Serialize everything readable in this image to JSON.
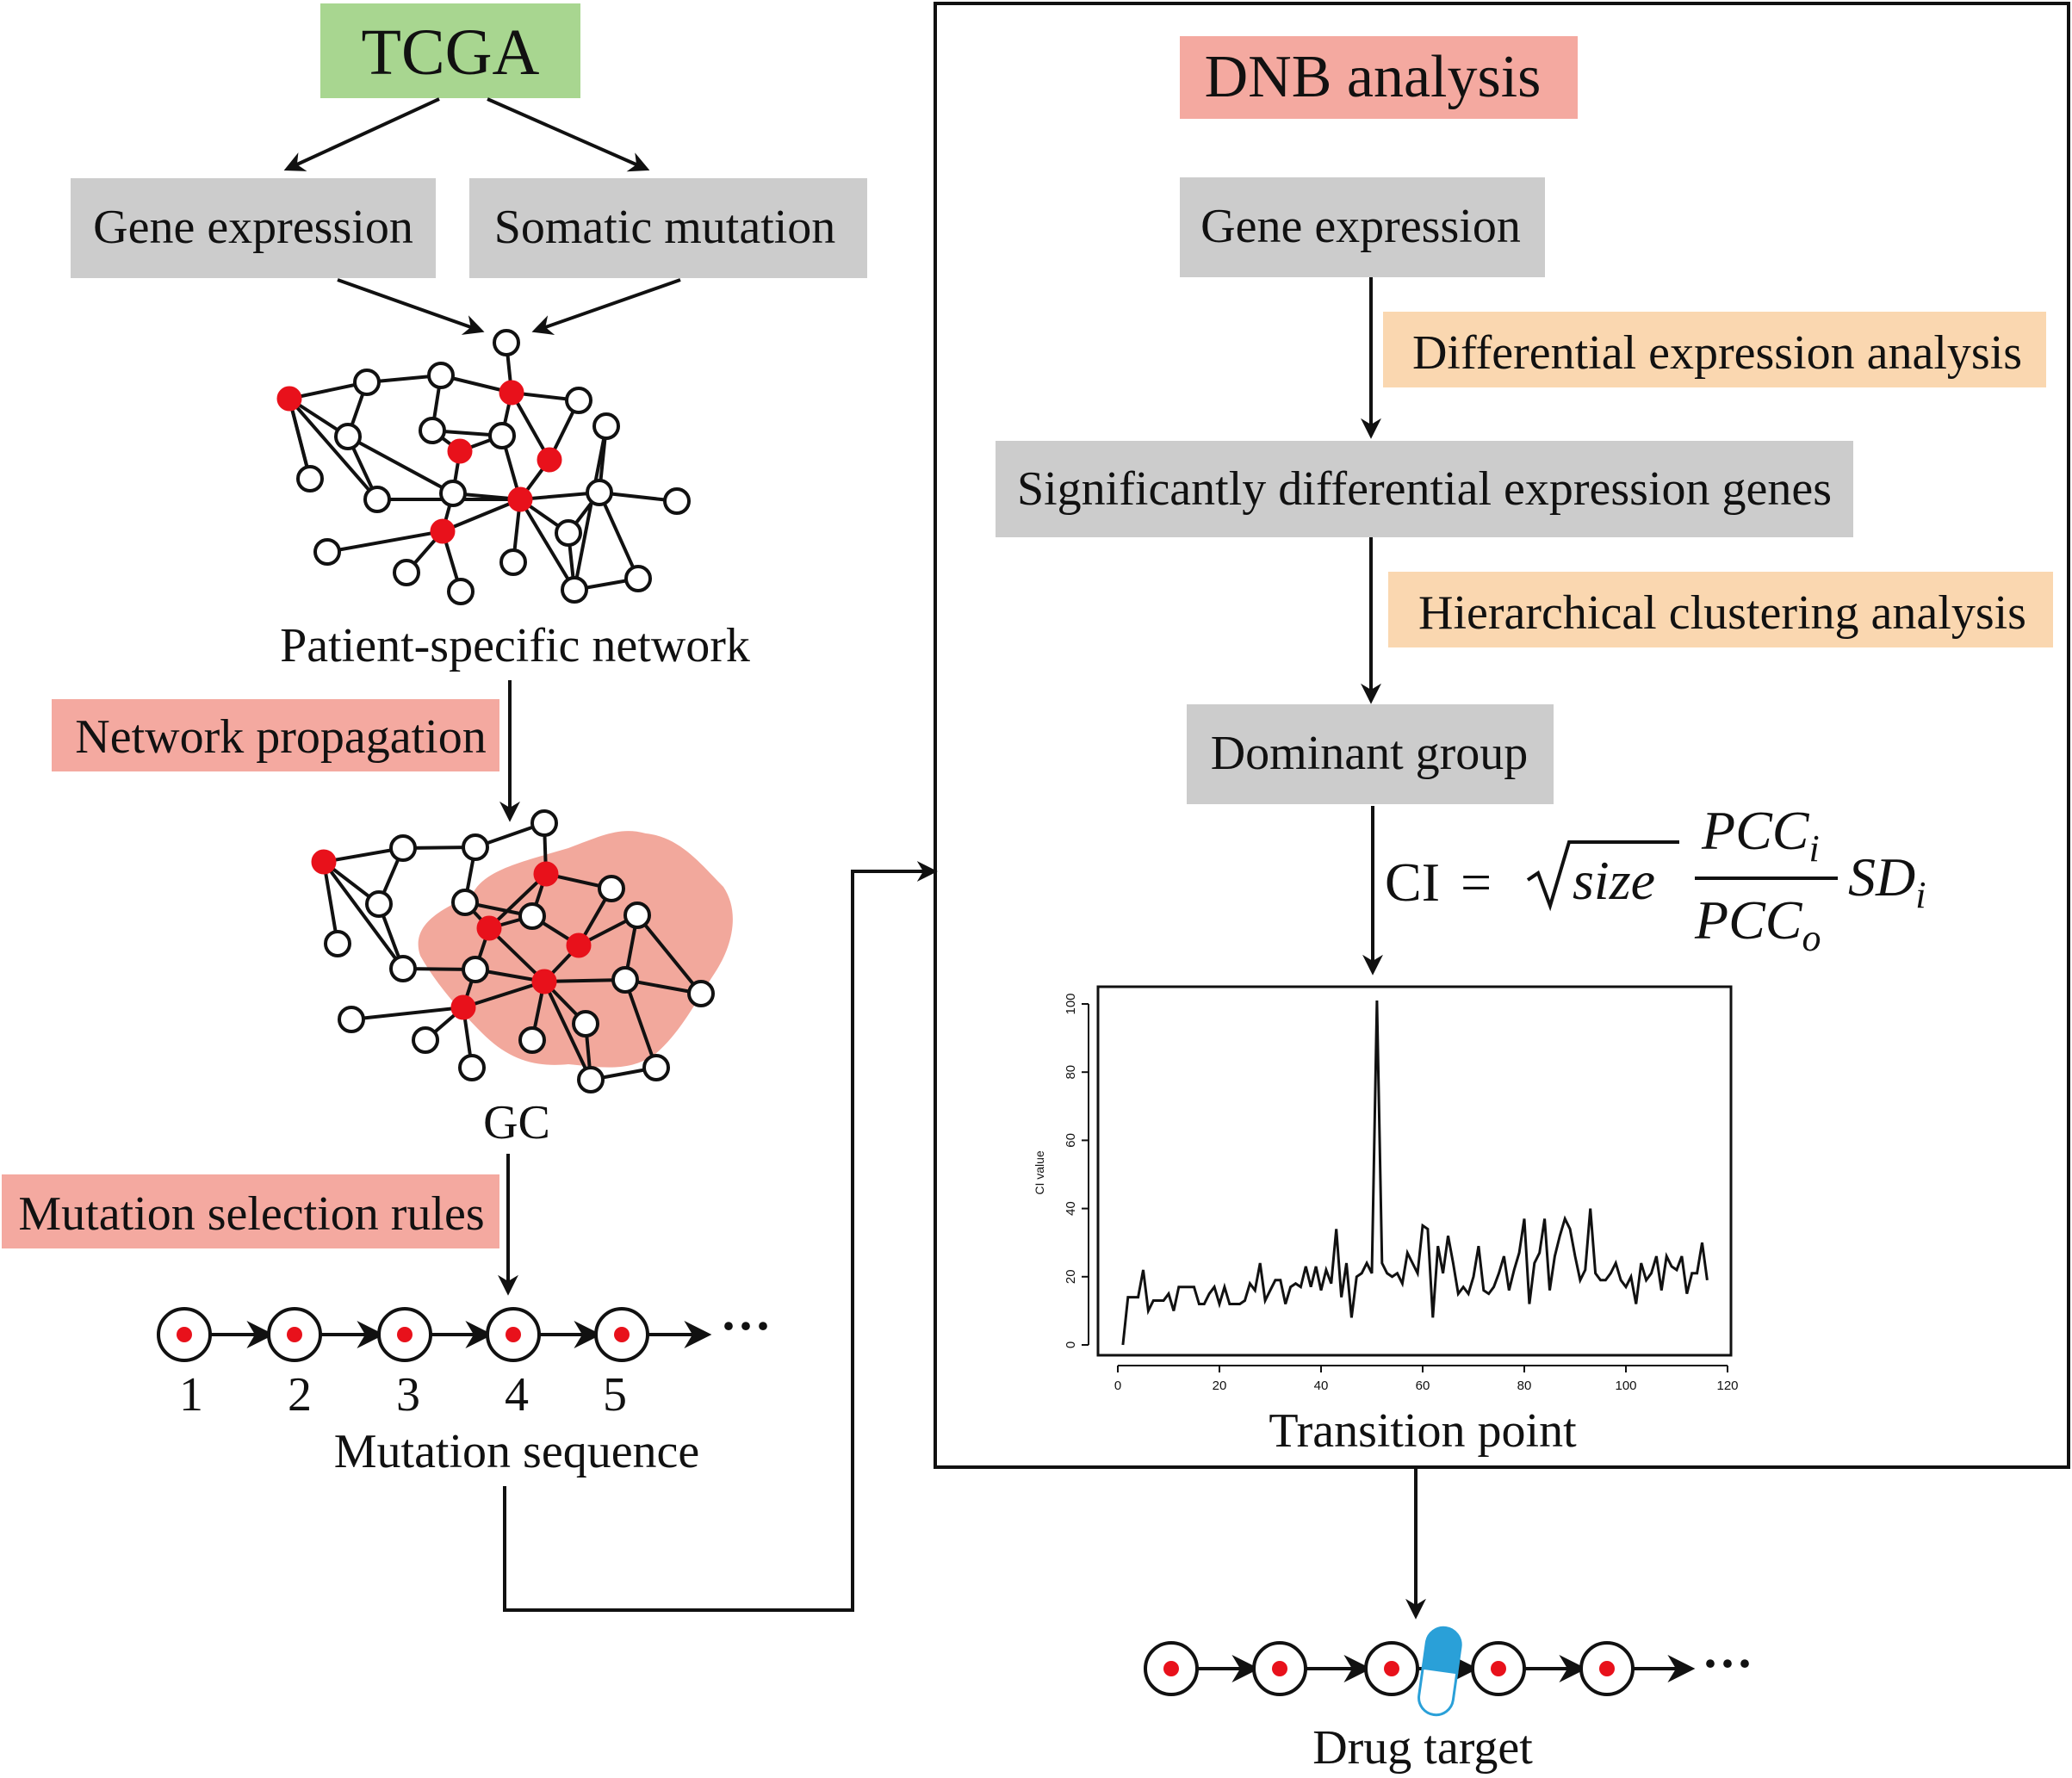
{
  "colors": {
    "green_box": "#a8d690",
    "gray_box": "#cccccc",
    "salmon_box": "#f4a9a0",
    "peach_box": "#fad7b0",
    "blob": "#f2a89c",
    "red_node": "#e8111b",
    "capsule_blue": "#2aa0d8"
  },
  "left": {
    "source": "TCGA",
    "gene_expression": "Gene expression",
    "somatic_mutation": "Somatic mutation",
    "network_caption": "Patient-specific network",
    "step_network_propagation": "Network propagation",
    "gc_caption": "GC",
    "step_mutation_rules": "Mutation selection rules",
    "sequence_numbers": [
      "1",
      "2",
      "3",
      "4",
      "5"
    ],
    "sequence_ellipsis": "···",
    "sequence_caption": "Mutation sequence"
  },
  "right": {
    "title": "DNB analysis",
    "gene_expression": "Gene expression",
    "step_differential": "Differential expression analysis",
    "significant_genes": "Significantly differential expression genes",
    "step_clustering": "Hierarchical clustering analysis",
    "dominant_group": "Dominant group",
    "formula": {
      "lhs": "CI",
      "eq": "=",
      "radicand": "size",
      "num_base": "PCC",
      "num_sub": "i",
      "den_base": "PCC",
      "den_sub": "o",
      "sd_base": "SD",
      "sd_sub": "i"
    },
    "chart_caption": "Transition point"
  },
  "bottom": {
    "ellipsis": "···",
    "caption": "Drug target"
  },
  "chart_data": {
    "type": "line",
    "xlabel": "",
    "ylabel": "CI value",
    "xlim": [
      0,
      120
    ],
    "ylim": [
      0,
      100
    ],
    "xticks": [
      0,
      20,
      40,
      60,
      80,
      100,
      120
    ],
    "yticks": [
      0,
      20,
      40,
      60,
      80,
      100
    ],
    "grid": false,
    "legend": "none",
    "x": [
      1,
      2,
      3,
      4,
      5,
      6,
      7,
      8,
      9,
      10,
      11,
      12,
      13,
      14,
      15,
      16,
      17,
      18,
      19,
      20,
      21,
      22,
      23,
      24,
      25,
      26,
      27,
      28,
      29,
      30,
      31,
      32,
      33,
      34,
      35,
      36,
      37,
      38,
      39,
      40,
      41,
      42,
      43,
      44,
      45,
      46,
      47,
      48,
      49,
      50,
      51,
      52,
      53,
      54,
      55,
      56,
      57,
      58,
      59,
      60,
      61,
      62,
      63,
      64,
      65,
      66,
      67,
      68,
      69,
      70,
      71,
      72,
      73,
      74,
      75,
      76,
      77,
      78,
      79,
      80,
      81,
      82,
      83,
      84,
      85,
      86,
      87,
      88,
      89,
      90,
      91,
      92,
      93,
      94,
      95,
      96,
      97,
      98,
      99,
      100,
      101,
      102,
      103,
      104,
      105,
      106,
      107,
      108,
      109,
      110,
      111,
      112,
      113,
      114,
      115,
      116
    ],
    "y": [
      0,
      14,
      14,
      14,
      22,
      10,
      13,
      13,
      13,
      15,
      10,
      17,
      17,
      17,
      17,
      12,
      12,
      15,
      17,
      12,
      17,
      12,
      12,
      12,
      13,
      18,
      16,
      24,
      13,
      16,
      19,
      19,
      12,
      17,
      18,
      17,
      23,
      17,
      23,
      16,
      22,
      18,
      34,
      14,
      24,
      8,
      20,
      21,
      24,
      21,
      101,
      24,
      21,
      20,
      21,
      18,
      27,
      24,
      21,
      35,
      34,
      8,
      29,
      21,
      32,
      24,
      15,
      17,
      15,
      20,
      29,
      16,
      15,
      17,
      21,
      26,
      16,
      22,
      27,
      37,
      12,
      24,
      27,
      37,
      16,
      26,
      32,
      37,
      34,
      26,
      19,
      22,
      40,
      21,
      19,
      19,
      21,
      24,
      19,
      17,
      20,
      12,
      24,
      19,
      21,
      26,
      16,
      26,
      23,
      22,
      26,
      15,
      21,
      21,
      30,
      19
    ],
    "series": []
  }
}
